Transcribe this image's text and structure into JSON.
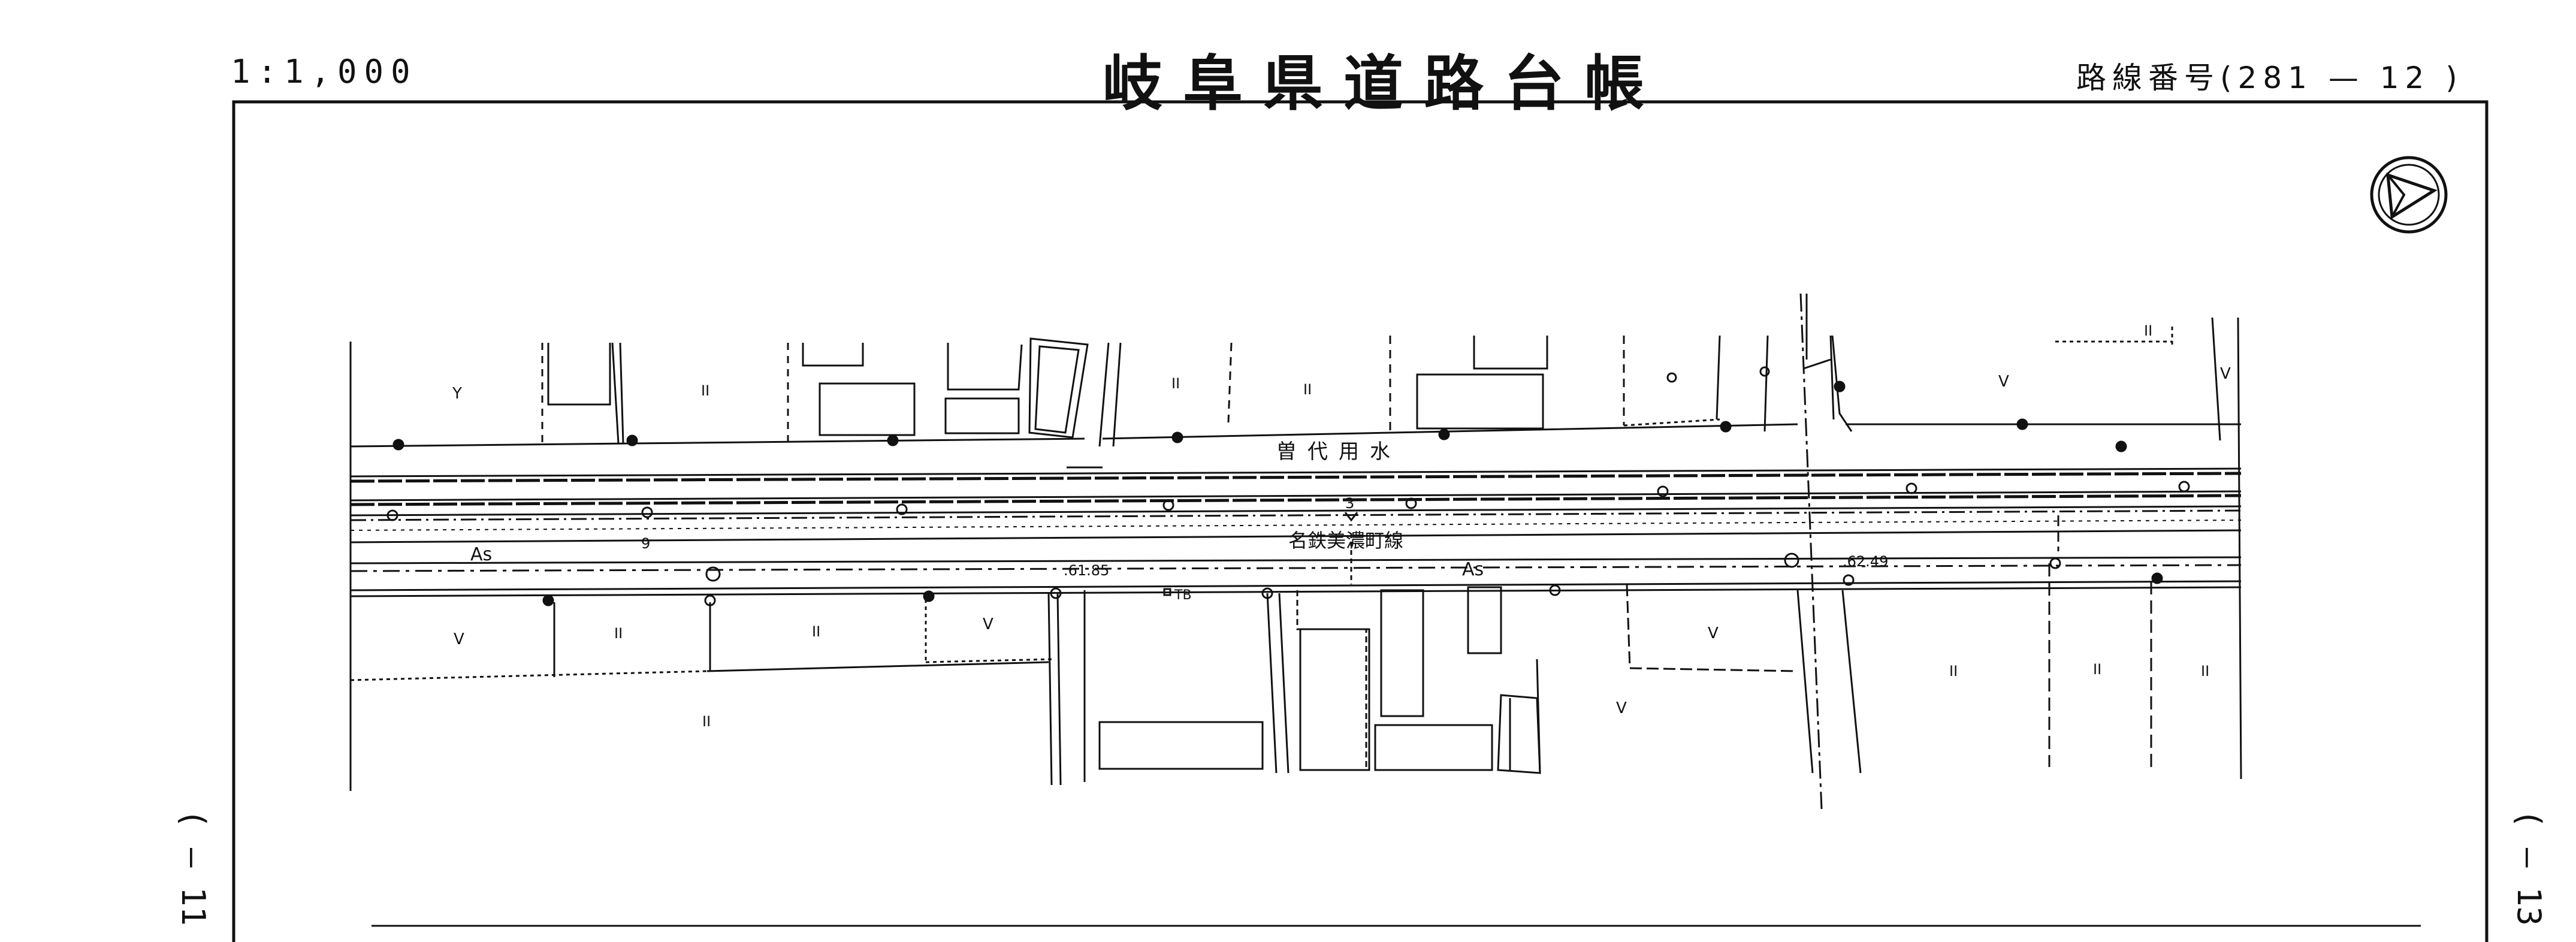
{
  "header": {
    "scale": "1:1,000",
    "title": "岐阜県道路台帳",
    "route_label": "路線番号(",
    "route_number": "281 — 12",
    "route_close": ")"
  },
  "sheet_refs": {
    "previous": "( — 11",
    "next": "( — 13"
  },
  "map_labels": {
    "canal": "曽代用水",
    "railway": "名鉄美濃町線",
    "surface_left": "As",
    "surface_right": "As",
    "elevation_1": ".61.85",
    "elevation_2": ".62.49",
    "benchmark": "TB",
    "station_9": "9",
    "station_3": "3",
    "land_mark_y": "Y",
    "land_mark_paddy": "II",
    "land_mark_field": "V"
  }
}
